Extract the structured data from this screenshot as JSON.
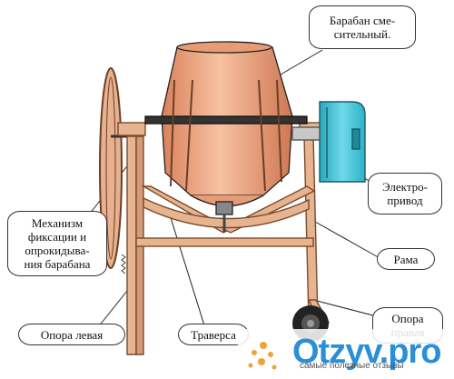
{
  "labels": {
    "drum": [
      "Барабан сме-",
      "сительный."
    ],
    "drive": [
      "Электро-",
      "привод"
    ],
    "mechanism": [
      "Механизм",
      "фиксации и",
      "опрокидыва-",
      "ния барабана"
    ],
    "frame": "Рама",
    "left_support": "Опора левая",
    "traverse": "Траверса",
    "right_support": [
      "Опора",
      "правая"
    ]
  },
  "watermark": {
    "text": "Otzyv.pro",
    "sub": "самые полезные отзывы",
    "color": "#2a8fd8"
  },
  "colors": {
    "frame": "#e6b48f",
    "frame_stroke": "#7a4a2c",
    "drum": "#f2a77e",
    "drive": "#3ec5d8",
    "outline": "#222222"
  }
}
